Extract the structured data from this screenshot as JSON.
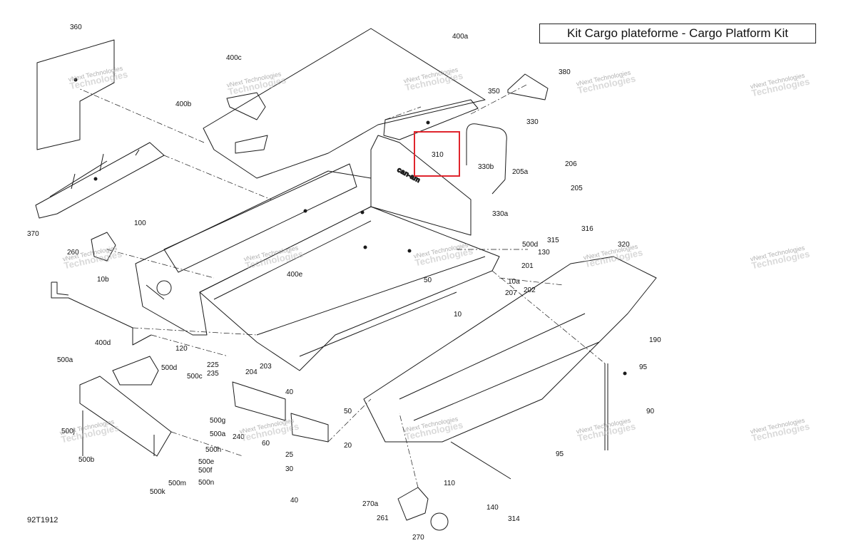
{
  "title": "Kit Cargo plateforme - Cargo Platform Kit",
  "figure_code": "92T1912",
  "watermark": {
    "line1": "vNext Technologies",
    "line2": "Technologies"
  },
  "colors": {
    "line": "#1a1a1a",
    "highlight": "#e0252d",
    "watermark": "#a8a8a8"
  },
  "highlighted_part": "310",
  "callouts": [
    "360",
    "400a",
    "400c",
    "400b",
    "380",
    "350",
    "330",
    "310",
    "330b",
    "205a",
    "206",
    "205",
    "330a",
    "370",
    "100",
    "260",
    "500d",
    "315",
    "316",
    "320",
    "130",
    "201",
    "202",
    "10b",
    "400e",
    "50",
    "10a",
    "207",
    "10",
    "190",
    "120",
    "400d",
    "500a",
    "500d",
    "225",
    "235",
    "204",
    "203",
    "500c",
    "95",
    "40",
    "50",
    "90",
    "500g",
    "500a",
    "500j",
    "240",
    "60",
    "20",
    "25",
    "500h",
    "500e",
    "500f",
    "30",
    "500b",
    "500m",
    "500n",
    "110",
    "95",
    "500k",
    "270a",
    "140",
    "261",
    "314",
    "270",
    "40"
  ]
}
